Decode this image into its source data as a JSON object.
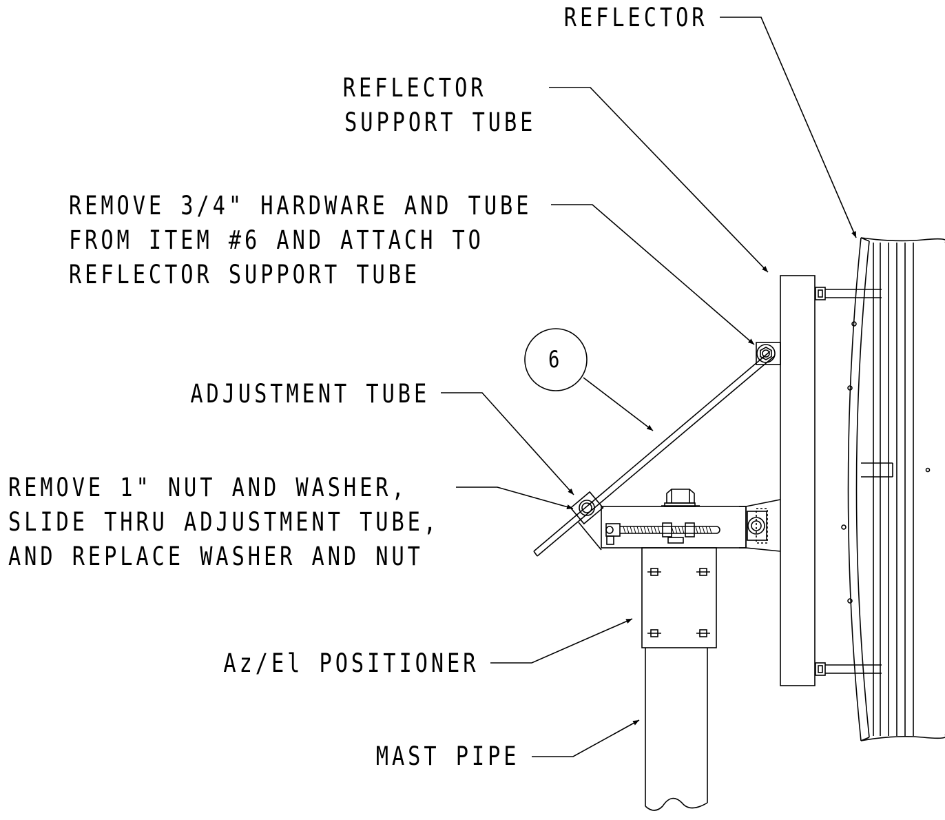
{
  "labels": {
    "reflector": "REFLECTOR",
    "reflector_support_tube": [
      "REFLECTOR",
      "SUPPORT TUBE"
    ],
    "remove_hardware_note": [
      "REMOVE 3/4\" HARDWARE AND TUBE",
      "FROM ITEM #6 AND ATTACH TO",
      "REFLECTOR SUPPORT TUBE"
    ],
    "adjustment_tube": "ADJUSTMENT TUBE",
    "remove_nut_note": [
      "REMOVE 1\" NUT AND WASHER,",
      "SLIDE THRU ADJUSTMENT TUBE,",
      "AND REPLACE WASHER AND NUT"
    ],
    "positioner": "Az/El POSITIONER",
    "mast_pipe": "MAST PIPE"
  },
  "item_callout": "6",
  "colors": {
    "line": "#000000",
    "background": "#ffffff"
  }
}
